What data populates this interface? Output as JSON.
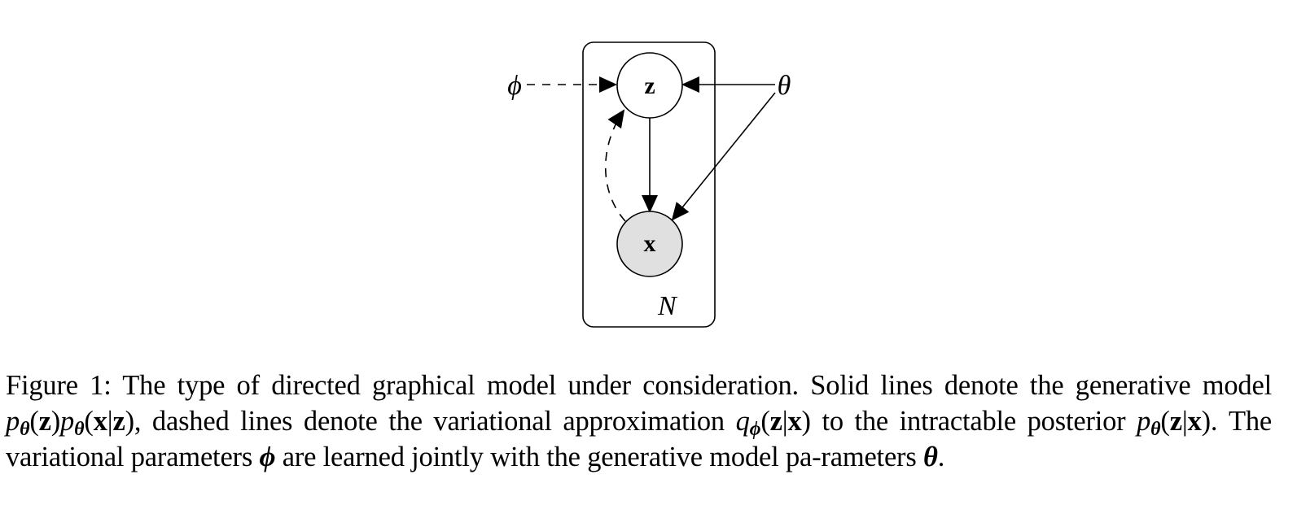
{
  "diagram": {
    "nodes": [
      {
        "id": "z",
        "label": "z",
        "observed": false
      },
      {
        "id": "x",
        "label": "x",
        "observed": true
      }
    ],
    "plate_label": "N",
    "params": [
      {
        "id": "phi",
        "label": "ϕ"
      },
      {
        "id": "theta",
        "label": "θ"
      }
    ],
    "edges": [
      {
        "from": "phi",
        "to": "z",
        "style": "dashed"
      },
      {
        "from": "theta",
        "to": "z",
        "style": "solid"
      },
      {
        "from": "theta",
        "to": "x",
        "style": "solid"
      },
      {
        "from": "z",
        "to": "x",
        "style": "solid"
      },
      {
        "from": "x",
        "to": "z",
        "style": "dashed"
      }
    ],
    "colors": {
      "observed_fill": "#e0e0e0",
      "latent_fill": "#ffffff",
      "stroke": "#000000"
    }
  },
  "caption": {
    "prefix": "Figure 1: The type of directed graphical model under consideration. Solid lines denote the generative model ",
    "m1_a": "p",
    "m1_sub": "θ",
    "m1_b": "(",
    "m1_c": "z",
    "m1_d": ")",
    "m1_e": "p",
    "m1_sub2": "θ",
    "m1_f": "(",
    "m1_g": "x",
    "m1_h": "|",
    "m1_i": "z",
    "m1_j": ")",
    "mid1": ", dashed lines denote the variational approximation ",
    "m2_a": "q",
    "m2_sub": "ϕ",
    "m2_b": "(",
    "m2_c": "z",
    "m2_d": "|",
    "m2_e": "x",
    "m2_f": ")",
    "mid2": " to the intractable posterior ",
    "m3_a": "p",
    "m3_sub": "θ",
    "m3_b": "(",
    "m3_c": "z",
    "m3_d": "|",
    "m3_e": "x",
    "m3_f": ")",
    "mid3": ".  The variational parameters ",
    "m4": "ϕ",
    "mid4": " are learned jointly with the generative model pa-rameters ",
    "m5": "θ",
    "end": "."
  }
}
